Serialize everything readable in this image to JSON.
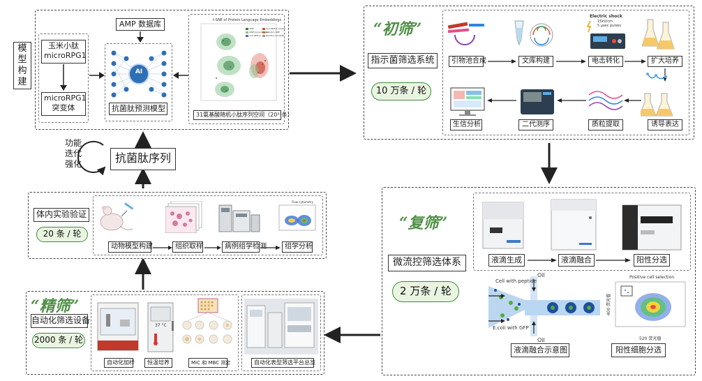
{
  "model": {
    "side_label": [
      "模",
      "型",
      "构",
      "建"
    ],
    "corn_peptide": [
      "玉米小肽",
      "microRPG1"
    ],
    "mutant": [
      "microRPG1",
      "突变体"
    ],
    "amp_db": "AMP 数据库",
    "ai_label": "AI",
    "predict_model": "抗菌肽预测模型",
    "space_caption": "31氨基酸随机小肽序列空间（20³¹条）",
    "scatter_title": "t-SNE of Protein Language Embeddings",
    "legend": [
      "AMP",
      "AMP(nonsynthesis)",
      "microRPG1",
      "microRPG1 mutant",
      "Random AMP",
      "Random nonAMP"
    ]
  },
  "center": {
    "peptide_seq": "抗菌肽序列",
    "iterate": [
      "功能",
      "迭代",
      "强化"
    ]
  },
  "in_vivo": {
    "title": "体内实验验证",
    "rate": "20 条 / 轮",
    "steps": [
      "动物模型构建",
      "组织取样",
      "病例组学检测",
      "组学分析"
    ],
    "flow_title": "Flow cytometry"
  },
  "fine": {
    "quote": "“精筛”",
    "title": "自动化筛选设备",
    "rate": "2000 条 / 轮",
    "labels": [
      "自动化加样",
      "恒温培养",
      "MIC 和 MBC 测定",
      "自动化表型筛选平台总览"
    ],
    "temp": "37 °C"
  },
  "primary": {
    "quote": "“初筛”",
    "title": "指示菌筛选系统",
    "rate": "10 万条 / 轮",
    "steps_top": [
      "引物池合成",
      "文库构建",
      "电击转化",
      "扩大培养"
    ],
    "steps_bottom": [
      "生信分析",
      "二代测序",
      "质粒提取",
      "诱导表达"
    ],
    "shock_title": "Electric shock",
    "shock_params": [
      "15kV/cm",
      "5 μsec pulses"
    ]
  },
  "rescreen": {
    "quote": "“复筛”",
    "title": "微流控筛选体系",
    "rate": "2 万条 / 轮",
    "steps": [
      "液滴生成",
      "液滴融合",
      "阳性分选"
    ],
    "fusion_caption": "液滴融合示意图",
    "sort_caption": "阳性细胞分选",
    "oil": "Oil",
    "cell_peptide": "Cell with peptide",
    "ecoli_gfp": "E.coli with GFP",
    "positive": "Positive cell selection",
    "xaxis": "520 荧光值",
    "yaxis": "400 荧光值"
  },
  "colors": {
    "green_accent": "#4f8f46",
    "pill_fill": "#e9f5e1",
    "ai_blue": "#2f6fb6"
  }
}
